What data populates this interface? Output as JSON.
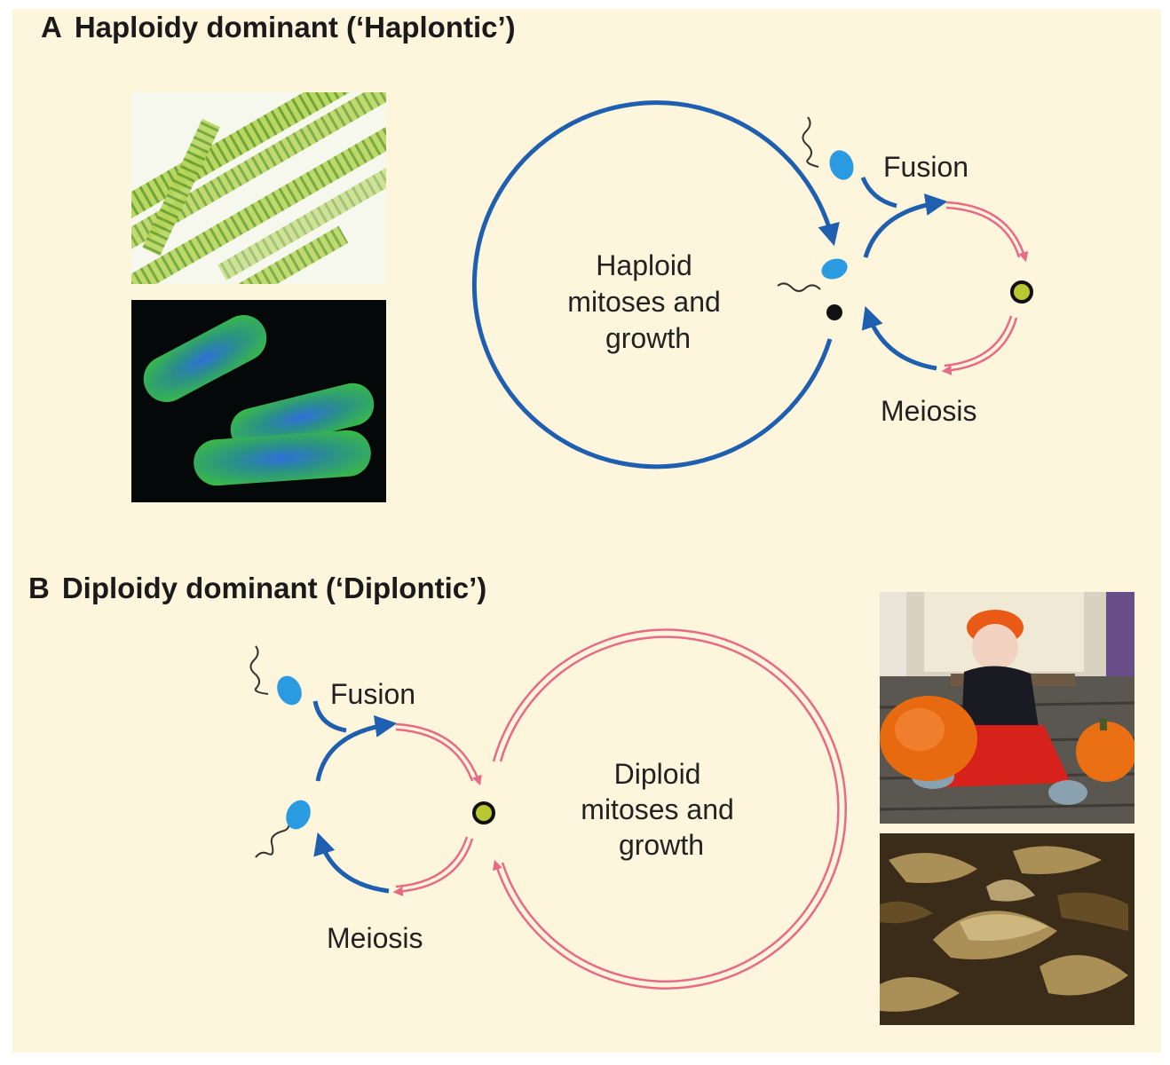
{
  "panel_a": {
    "letter": "A",
    "title": "Haploidy dominant (‘Haplontic’)",
    "center_label": [
      "Haploid",
      "mitoses and",
      "growth"
    ],
    "fusion_label": "Fusion",
    "meiosis_label": "Meiosis",
    "photos": [
      "filamentous-green-algae-photo",
      "fluorescent-yeast-cells-photo"
    ]
  },
  "panel_b": {
    "letter": "B",
    "title": "Diploidy dominant (‘Diplontic’)",
    "center_label": [
      "Diploid",
      "mitoses and",
      "growth"
    ],
    "fusion_label": "Fusion",
    "meiosis_label": "Meiosis",
    "photos": [
      "baby-with-pumpkins-photo",
      "brown-seaweed-photo"
    ]
  },
  "colors": {
    "background": "#fdf5dc",
    "haploid_blue": "#1f5fb0",
    "diploid_pink": "#e86a85",
    "gamete_blue": "#2a9be0",
    "zygote_green": "#b8c832"
  }
}
